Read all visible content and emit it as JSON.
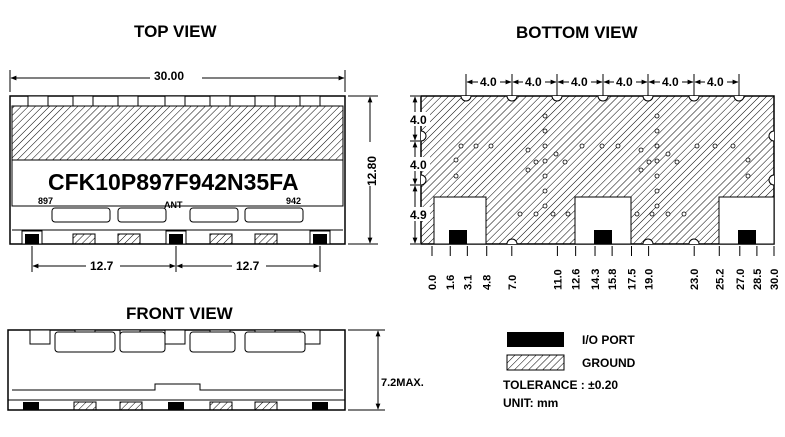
{
  "titles": {
    "top": "TOP  VIEW",
    "bottom": "BOTTOM   VIEW",
    "front": "FRONT VIEW"
  },
  "top_view": {
    "width_dim": "30.00",
    "height_dim": "12.80",
    "part_number": "CFK10P897F942N35FA",
    "label_left": "897",
    "label_mid": "ANT",
    "label_right": "942",
    "pitch_left": "12.7",
    "pitch_right": "12.7"
  },
  "bottom_view": {
    "top_dims": [
      "4.0",
      "4.0",
      "4.0",
      "4.0",
      "4.0",
      "4.0"
    ],
    "side_dims": [
      "4.0",
      "4.0",
      "4.9"
    ],
    "x_ticks": [
      "0.0",
      "1.6",
      "3.1",
      "4.8",
      "7.0",
      "11.0",
      "12.6",
      "14.3",
      "15.8",
      "17.5",
      "19.0",
      "23.0",
      "25.2",
      "27.0",
      "28.5",
      "30.0"
    ]
  },
  "front_view": {
    "height_dim": "7.2MAX."
  },
  "legend": {
    "io_port": "I/O PORT",
    "ground": "GROUND",
    "tolerance": "TOLERANCE : ±0.20",
    "unit": "UNIT:   mm"
  },
  "colors": {
    "ink": "#000000",
    "paper": "#ffffff"
  }
}
